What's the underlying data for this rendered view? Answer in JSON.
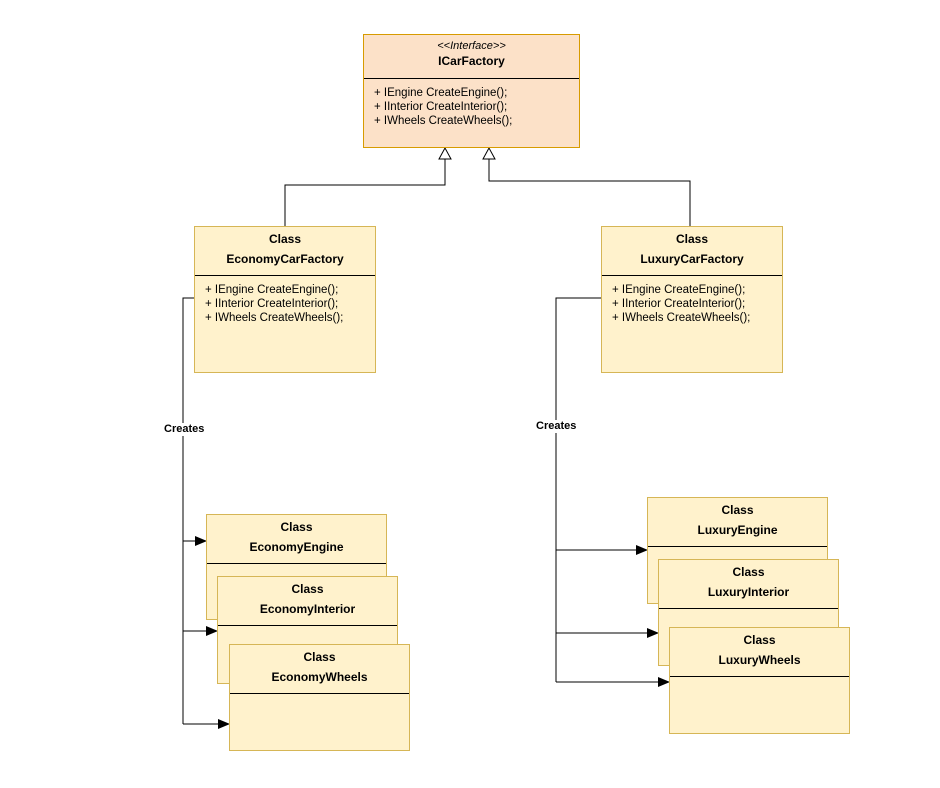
{
  "interface": {
    "stereotype": "<<Interface>>",
    "name": "ICarFactory",
    "methods": [
      "+ IEngine CreateEngine();",
      "+ IInterior CreateInterior();",
      "+ IWheels CreateWheels();"
    ]
  },
  "economy_factory": {
    "kind": "Class",
    "name": "EconomyCarFactory",
    "methods": [
      "+ IEngine CreateEngine();",
      "+ IInterior CreateInterior();",
      "+ IWheels CreateWheels();"
    ]
  },
  "luxury_factory": {
    "kind": "Class",
    "name": "LuxuryCarFactory",
    "methods": [
      "+ IEngine CreateEngine();",
      "+ IInterior CreateInterior();",
      "+ IWheels CreateWheels();"
    ]
  },
  "economy_products": [
    {
      "kind": "Class",
      "name": "EconomyEngine"
    },
    {
      "kind": "Class",
      "name": "EconomyInterior"
    },
    {
      "kind": "Class",
      "name": "EconomyWheels"
    }
  ],
  "luxury_products": [
    {
      "kind": "Class",
      "name": "LuxuryEngine"
    },
    {
      "kind": "Class",
      "name": "LuxuryInterior"
    },
    {
      "kind": "Class",
      "name": "LuxuryWheels"
    }
  ],
  "edge_labels": {
    "economy_creates": "Creates",
    "luxury_creates": "Creates"
  },
  "colors": {
    "interface_fill": "#fce1c8",
    "interface_border": "#d79b00",
    "class_fill": "#fff2cc",
    "class_border": "#d6b656",
    "line": "#000000"
  }
}
